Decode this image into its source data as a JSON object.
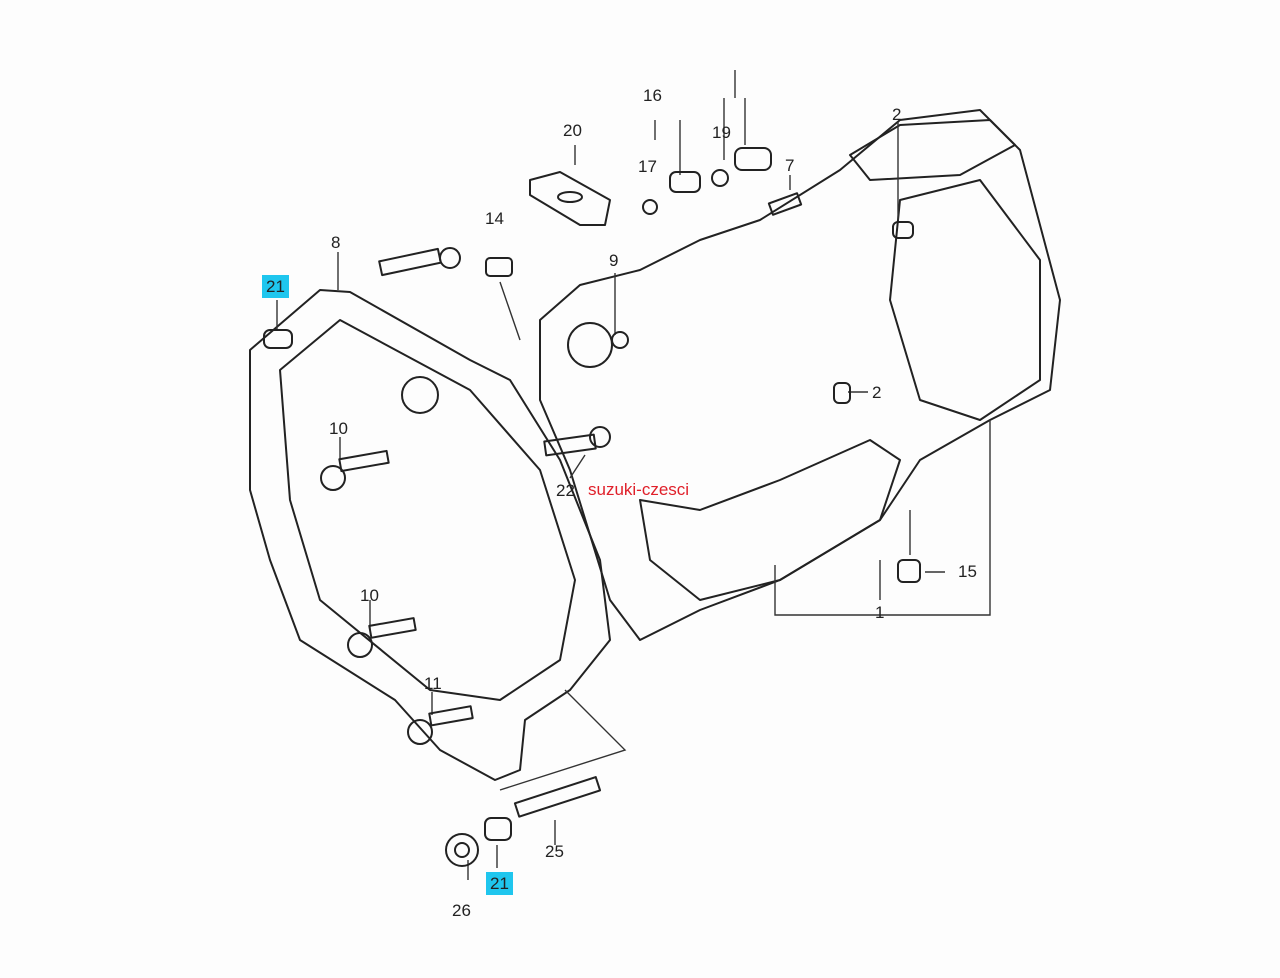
{
  "diagram": {
    "labels": [
      {
        "id": "l16",
        "text": "16"
      },
      {
        "id": "l17",
        "text": "17"
      },
      {
        "id": "l19",
        "text": "19"
      },
      {
        "id": "l20",
        "text": "20"
      },
      {
        "id": "l7",
        "text": "7"
      },
      {
        "id": "l2a",
        "text": "2"
      },
      {
        "id": "l14",
        "text": "14"
      },
      {
        "id": "l8",
        "text": "8"
      },
      {
        "id": "l21a",
        "text": "21"
      },
      {
        "id": "l9",
        "text": "9"
      },
      {
        "id": "l2b",
        "text": "2"
      },
      {
        "id": "l10a",
        "text": "10"
      },
      {
        "id": "l22",
        "text": "22"
      },
      {
        "id": "l10b",
        "text": "10"
      },
      {
        "id": "l11",
        "text": "11"
      },
      {
        "id": "l15",
        "text": "15"
      },
      {
        "id": "l1",
        "text": "1"
      },
      {
        "id": "l25",
        "text": "25"
      },
      {
        "id": "l26",
        "text": "26"
      },
      {
        "id": "l21b",
        "text": "21"
      }
    ],
    "highlight_color": "#1fc6ee",
    "watermark": "suzuki-czesci",
    "watermark_color": "#e0202a"
  }
}
